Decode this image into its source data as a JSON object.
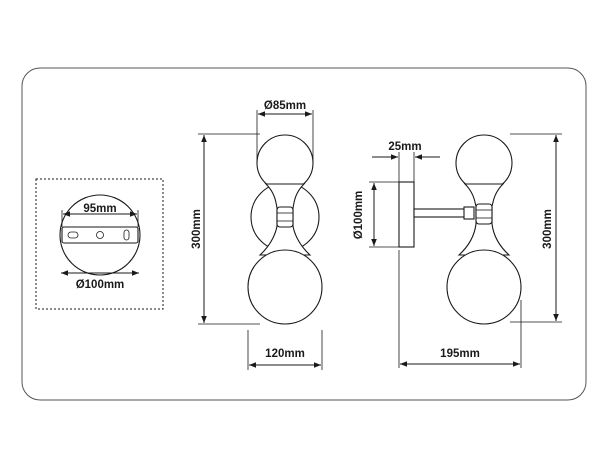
{
  "dimensions": {
    "plate_hole_spacing": "95mm",
    "plate_diameter": "Ø100mm",
    "globe_diameter": "Ø85mm",
    "front_height": "300mm",
    "front_width": "120mm",
    "base_depth": "25mm",
    "side_base_diameter": "Ø100mm",
    "side_height": "300mm",
    "side_projection": "195mm"
  }
}
